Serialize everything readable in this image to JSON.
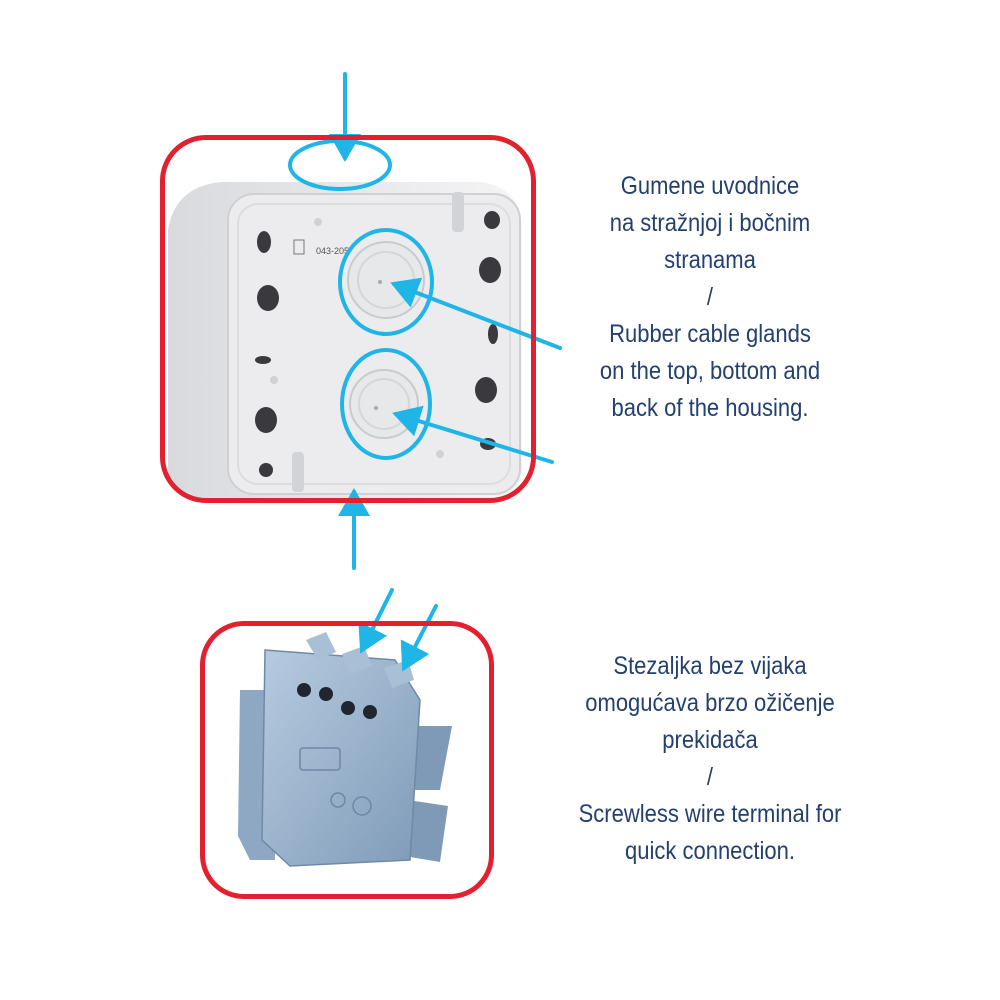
{
  "colors": {
    "frame": "#e2202f",
    "arrow": "#1fb5e6",
    "text": "#23406f",
    "housing": "#ececee",
    "terminal": "#9db6d0"
  },
  "icons": [
    "arrow-icon",
    "highlight-ellipse-icon"
  ],
  "housing": {
    "model_label": "043-205"
  },
  "caption_top": {
    "line1": "Gumene uvodnice",
    "line2": "na stražnjoj i bočnim",
    "line3": "stranama",
    "separator": "/",
    "line4": "Rubber cable glands",
    "line5": "on the top, bottom and",
    "line6": "back of the housing."
  },
  "caption_bottom": {
    "line1": "Stezaljka bez vijaka",
    "line2": "omogućava brzo ožičenje",
    "line3": "prekidača",
    "separator": "/",
    "line4": "Screwless wire terminal for",
    "line5": "quick connection."
  }
}
